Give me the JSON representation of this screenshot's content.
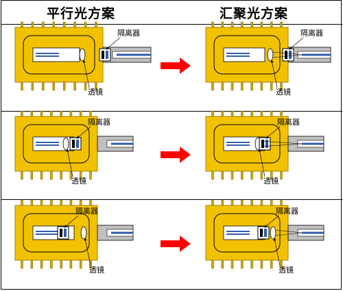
{
  "header": {
    "left_title": "平行光方案",
    "right_title": "汇聚光方案"
  },
  "labels": {
    "isolator": "隔离器",
    "lens": "透镜"
  },
  "colors": {
    "gold": "#f2c200",
    "gold_edge": "#a37f00",
    "pin": "#c9a400",
    "fiber": "#2f5aa8",
    "arrow": "#ff0000",
    "housing": "#c0c0c0"
  }
}
